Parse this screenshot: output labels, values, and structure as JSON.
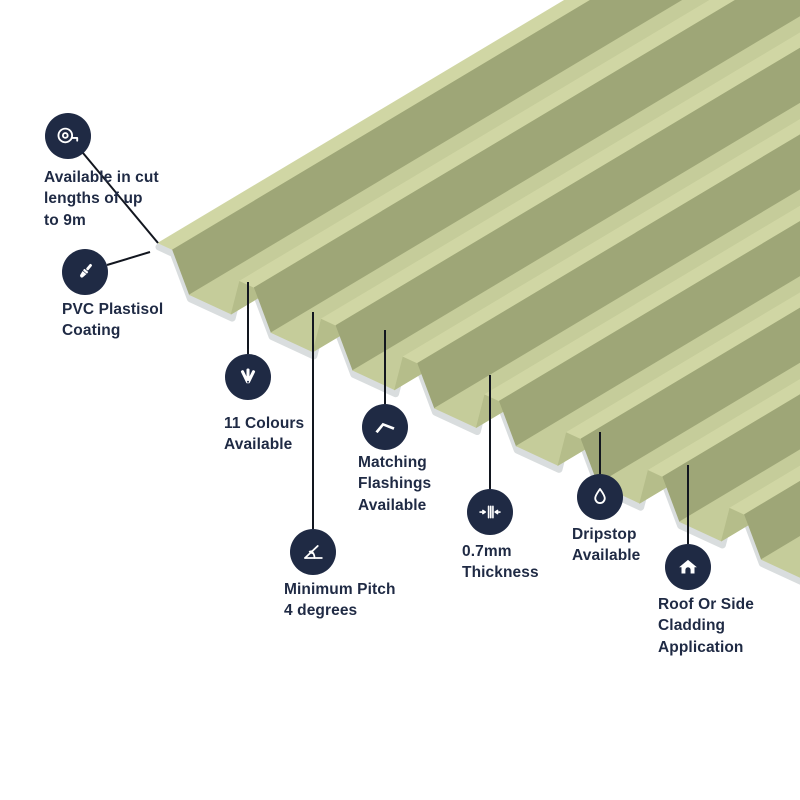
{
  "page": {
    "type": "product-feature-diagram",
    "background": "#ffffff"
  },
  "colors": {
    "icon_circle": "#1f2a44",
    "label_text": "#1f2a44",
    "connector_line": "#12161f",
    "sheet_crown_green": "#d0d6a4",
    "sheet_trough_green": "#c5cc9a",
    "sheet_shadow_green": "#9ea677",
    "sheet_slope_green": "#b5bd8a",
    "sheet_underside_grey": "#d9ddde"
  },
  "illustration": {
    "name": "box-profile-roofing-sheet",
    "colour": "green"
  },
  "features": [
    {
      "icon": "tape-measure-icon",
      "label": "Available in cut\nlengths of up\nto 9m"
    },
    {
      "icon": "paint-brush-icon",
      "label": "PVC Plastisol\nCoating"
    },
    {
      "icon": "colour-swatch-icon",
      "label": "11 Colours\nAvailable"
    },
    {
      "icon": "flashing-icon",
      "label": "Matching\nFlashings\nAvailable"
    },
    {
      "icon": "pitch-angle-icon",
      "label": "Minimum Pitch\n4 degrees"
    },
    {
      "icon": "thickness-icon",
      "label": "0.7mm\nThickness"
    },
    {
      "icon": "droplet-icon",
      "label": "Dripstop\nAvailable"
    },
    {
      "icon": "house-icon",
      "label": "Roof Or Side\nCladding\nApplication"
    }
  ]
}
